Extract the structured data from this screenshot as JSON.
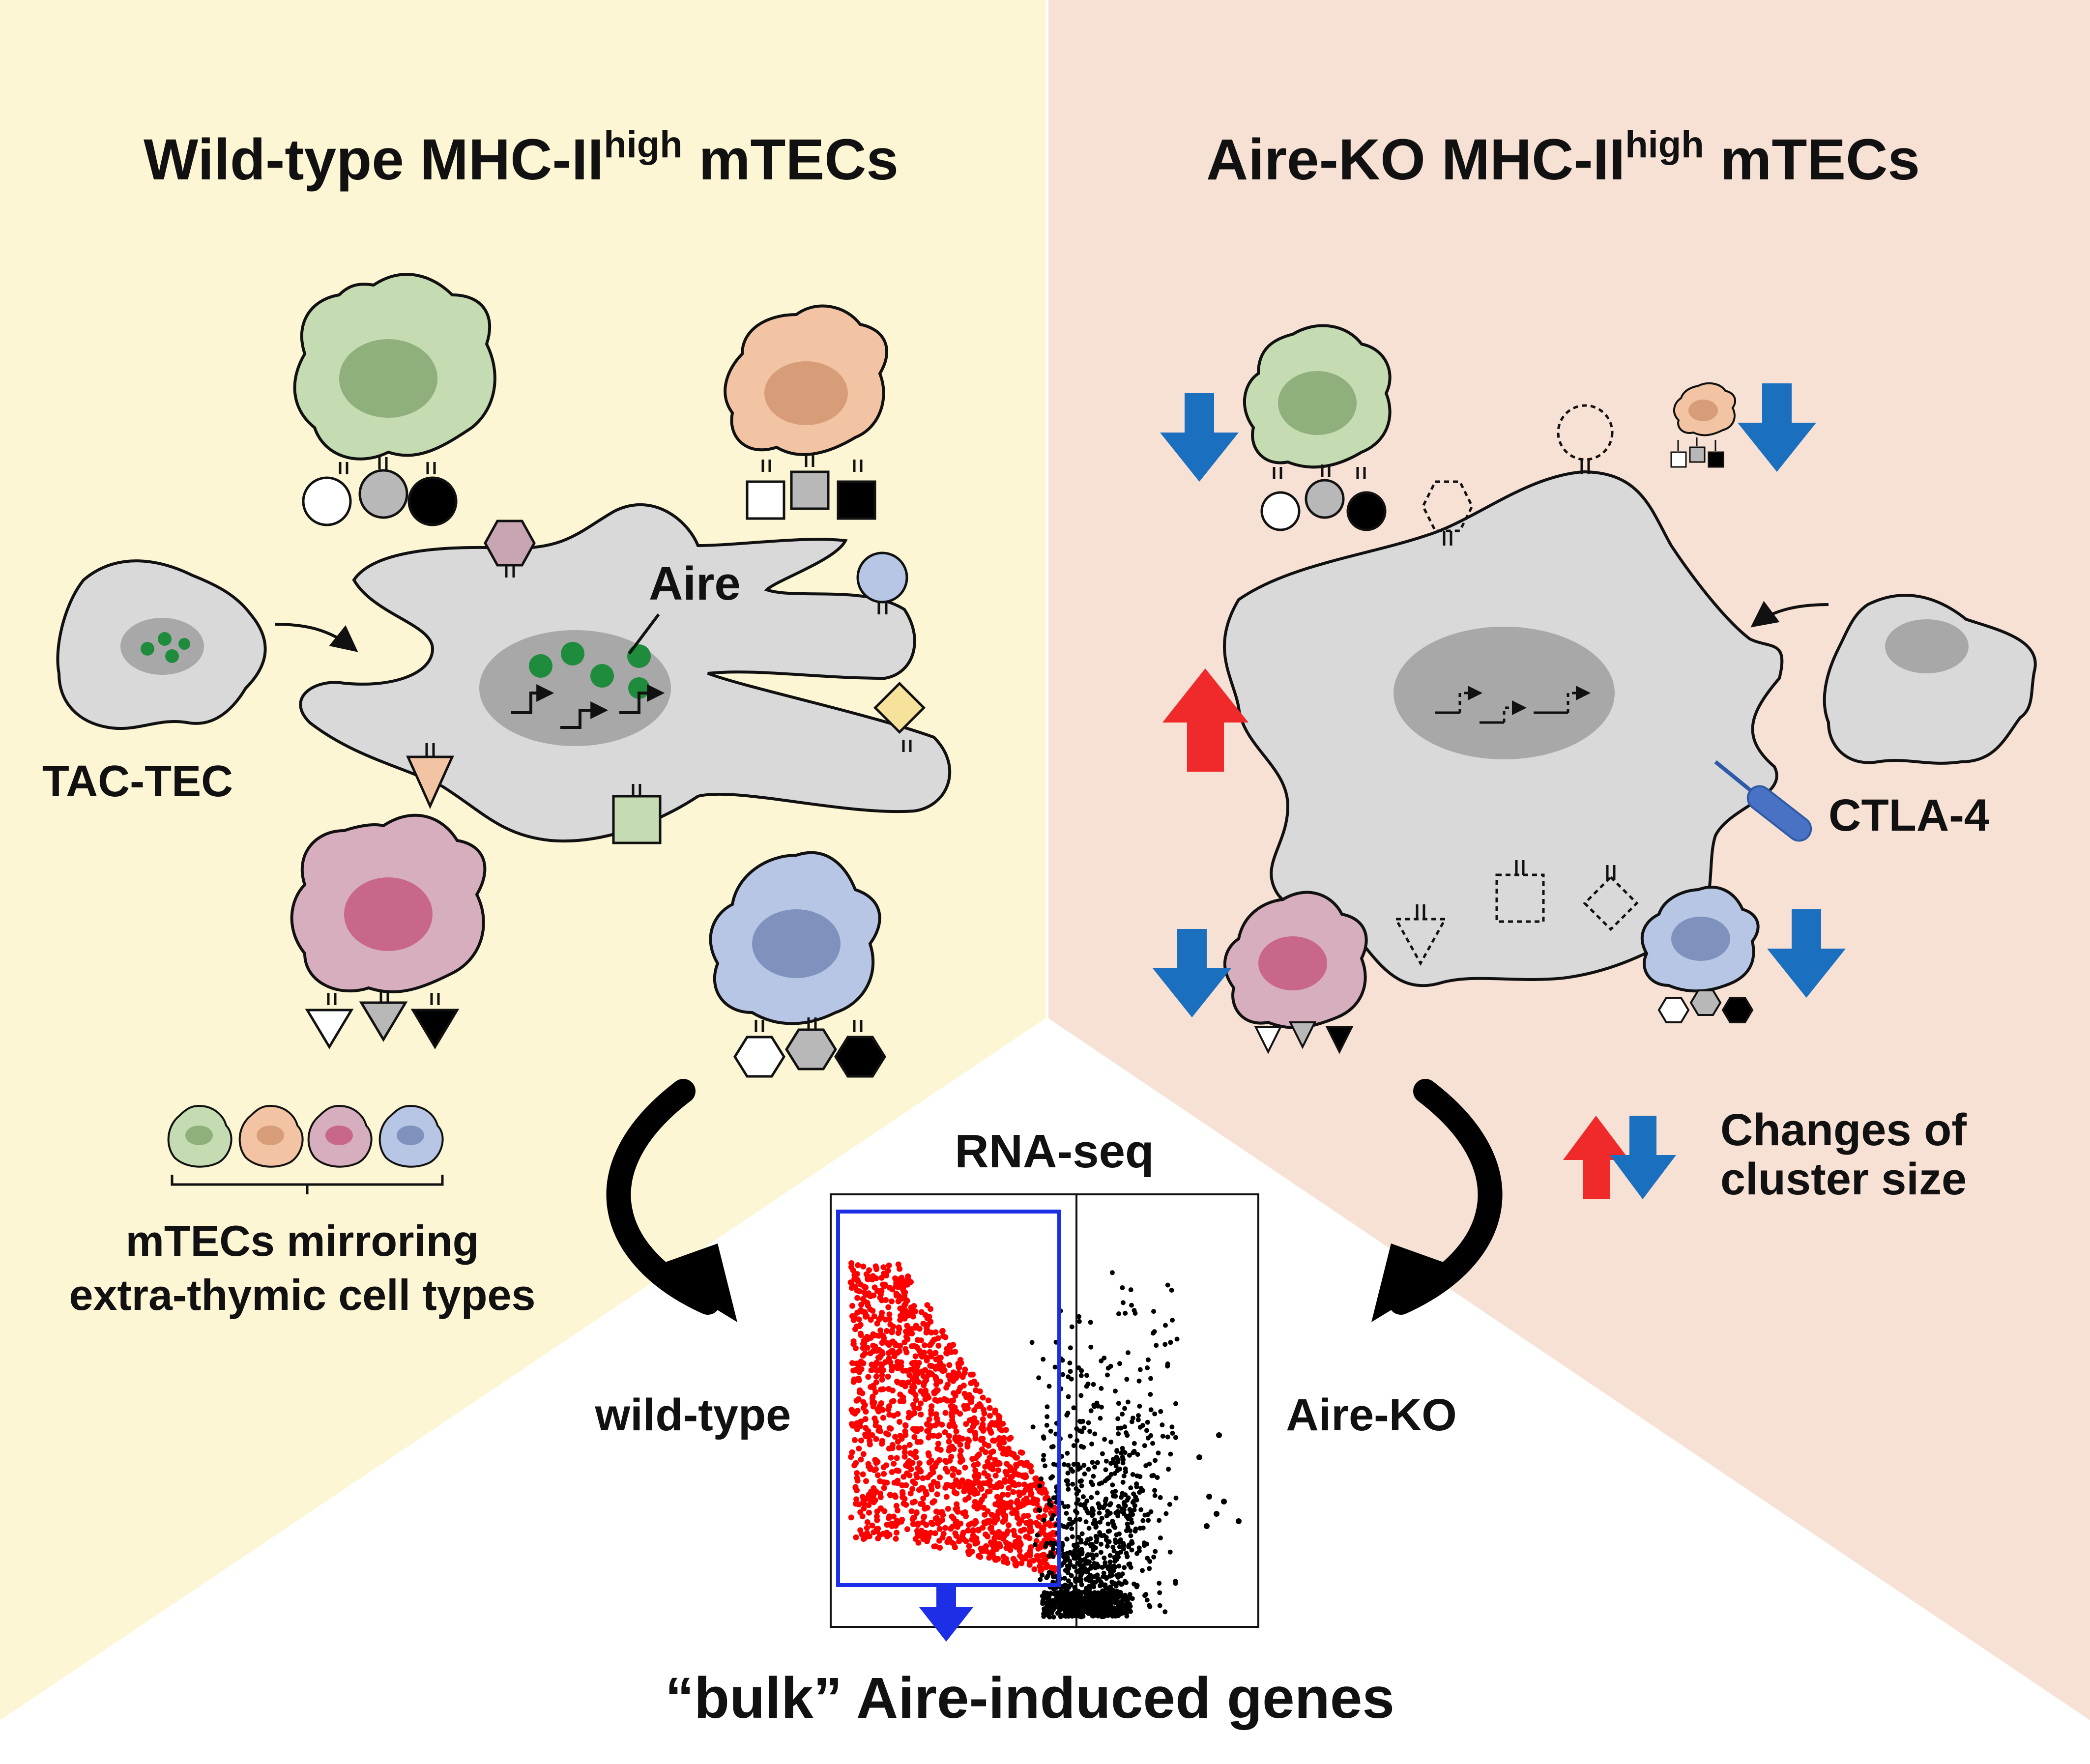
{
  "left_panel": {
    "title_main": "Wild-type MHC-II",
    "title_sup": "high",
    "title_tail": " mTECs",
    "aire_label": "Aire",
    "tac_tec_label": "TAC-TEC",
    "mirror_label_line1": "mTECs mirroring",
    "mirror_label_line2": "extra-thymic cell types",
    "background_color": "#fcf6d4"
  },
  "right_panel": {
    "title_main": "Aire-KO MHC-II",
    "title_sup": "high",
    "title_tail": " mTECs",
    "ctla4_label": "CTLA-4",
    "legend_line1": "Changes of",
    "legend_line2": "cluster size",
    "background_color": "#f7e0d4"
  },
  "bottom": {
    "rnaseq_label": "RNA-seq",
    "left_axis_label": "wild-type",
    "right_axis_label": "Aire-KO",
    "footer_label": "“bulk” Aire-induced genes"
  },
  "colors": {
    "green_cell": "#c5dbb1",
    "orange_cell": "#f2c4a4",
    "mauve_cell": "#d6aebd",
    "blue_cell": "#b6c6e4",
    "gray_cell": "#d9d9d9",
    "aire_dot": "#1f8c3d",
    "up_arrow": "#f02a2a",
    "down_arrow": "#1b6fbf",
    "induced_points": "#ff0000",
    "other_points": "#000000",
    "selection_box": "#1c2ee6"
  },
  "icons": [
    "down-arrow-icon",
    "up-arrow-icon",
    "curved-arrow-icon",
    "transcription-start-icon"
  ]
}
